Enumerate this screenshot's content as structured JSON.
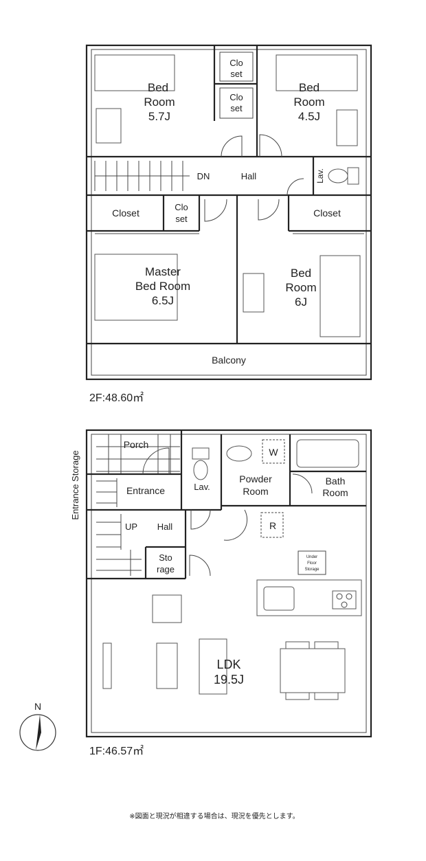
{
  "floor2": {
    "area_label": "2F:48.60㎡",
    "rooms": {
      "bed_room_left": [
        "Bed",
        "Room",
        "5.7J"
      ],
      "bed_room_right": [
        "Bed",
        "Room",
        "4.5J"
      ],
      "closet_top_1": [
        "Clo",
        "set"
      ],
      "closet_top_2": [
        "Clo",
        "set"
      ],
      "stairs_dn": "DN",
      "hall": "Hall",
      "lav": "Lav.",
      "closet_left": "Closet",
      "closet_mid": [
        "Clo",
        "set"
      ],
      "closet_right": "Closet",
      "master_bed_room": [
        "Master",
        "Bed Room",
        "6.5J"
      ],
      "bed_room_6": [
        "Bed",
        "Room",
        "6J"
      ],
      "balcony": "Balcony"
    }
  },
  "floor1": {
    "area_label": "1F:46.57㎡",
    "rooms": {
      "porch": "Porch",
      "entrance_storage": "Entrance Storage",
      "entrance": "Entrance",
      "lav": "Lav.",
      "washer": "W",
      "powder_room": [
        "Powder",
        "Room"
      ],
      "bath_room": [
        "Bath",
        "Room"
      ],
      "stairs_up": "UP",
      "hall": "Hall",
      "fridge": "R",
      "storage": [
        "Sto",
        "rage"
      ],
      "under_floor_storage": [
        "Under",
        "Floor",
        "Storage"
      ],
      "ldk": [
        "LDK",
        "19.5J"
      ]
    }
  },
  "compass": {
    "north": "N"
  },
  "footnote": "※図面と現況が相違する場合は、現況を優先とします。"
}
